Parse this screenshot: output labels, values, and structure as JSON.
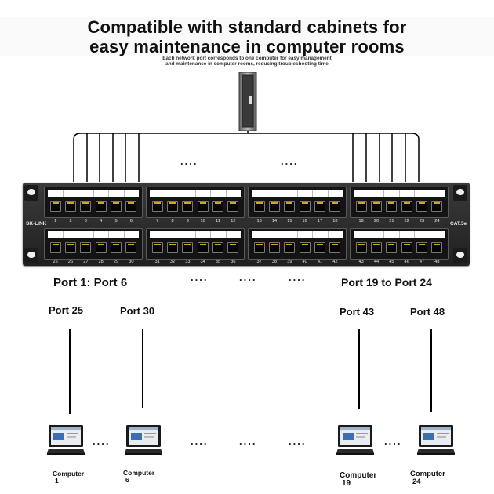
{
  "title": {
    "line1": "Compatible with standard cabinets for",
    "line2": "easy maintenance in computer rooms"
  },
  "subtitle": {
    "line1": "Each network port corresponds to one computer for easy management",
    "line2": "and maintenance in computer rooms, reducing troubleshooting time"
  },
  "panel": {
    "brand": "SK-LINK",
    "category": "CAT.5e",
    "top_ports": [
      "1",
      "2",
      "3",
      "4",
      "5",
      "6",
      "7",
      "8",
      "9",
      "10",
      "11",
      "12",
      "13",
      "14",
      "15",
      "16",
      "17",
      "18",
      "19",
      "20",
      "21",
      "22",
      "23",
      "24"
    ],
    "bottom_ports": [
      "25",
      "26",
      "27",
      "28",
      "29",
      "30",
      "31",
      "32",
      "33",
      "34",
      "35",
      "36",
      "37",
      "38",
      "39",
      "40",
      "41",
      "42",
      "43",
      "44",
      "45",
      "46",
      "47",
      "48"
    ]
  },
  "ellipsis": "....",
  "labels": {
    "group_left": "Port 1: Port 6",
    "group_right": "Port 19 to Port 24",
    "port25": "Port 25",
    "port30": "Port 30",
    "port43": "Port 43",
    "port48": "Port 48"
  },
  "computers": [
    {
      "name": "Computer",
      "number": "1"
    },
    {
      "name": "Computer",
      "number": "6"
    },
    {
      "name": "Computer",
      "number": "19"
    },
    {
      "name": "Computer",
      "number": "24"
    }
  ]
}
